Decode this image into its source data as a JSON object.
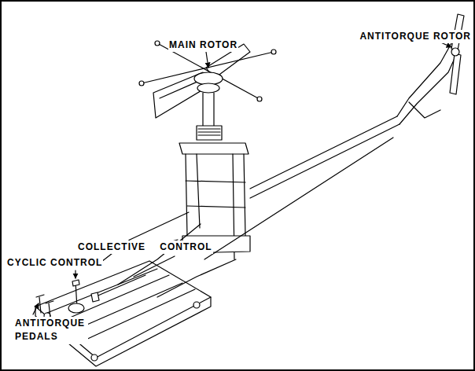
{
  "diagram": {
    "labels": [
      "MAIN ROTOR",
      "ANTITORQUE ROTOR",
      "COLLECTIVE CONTROL",
      "CYCLIC CONTROL",
      "ANTITORQUE PEDALS"
    ]
  }
}
